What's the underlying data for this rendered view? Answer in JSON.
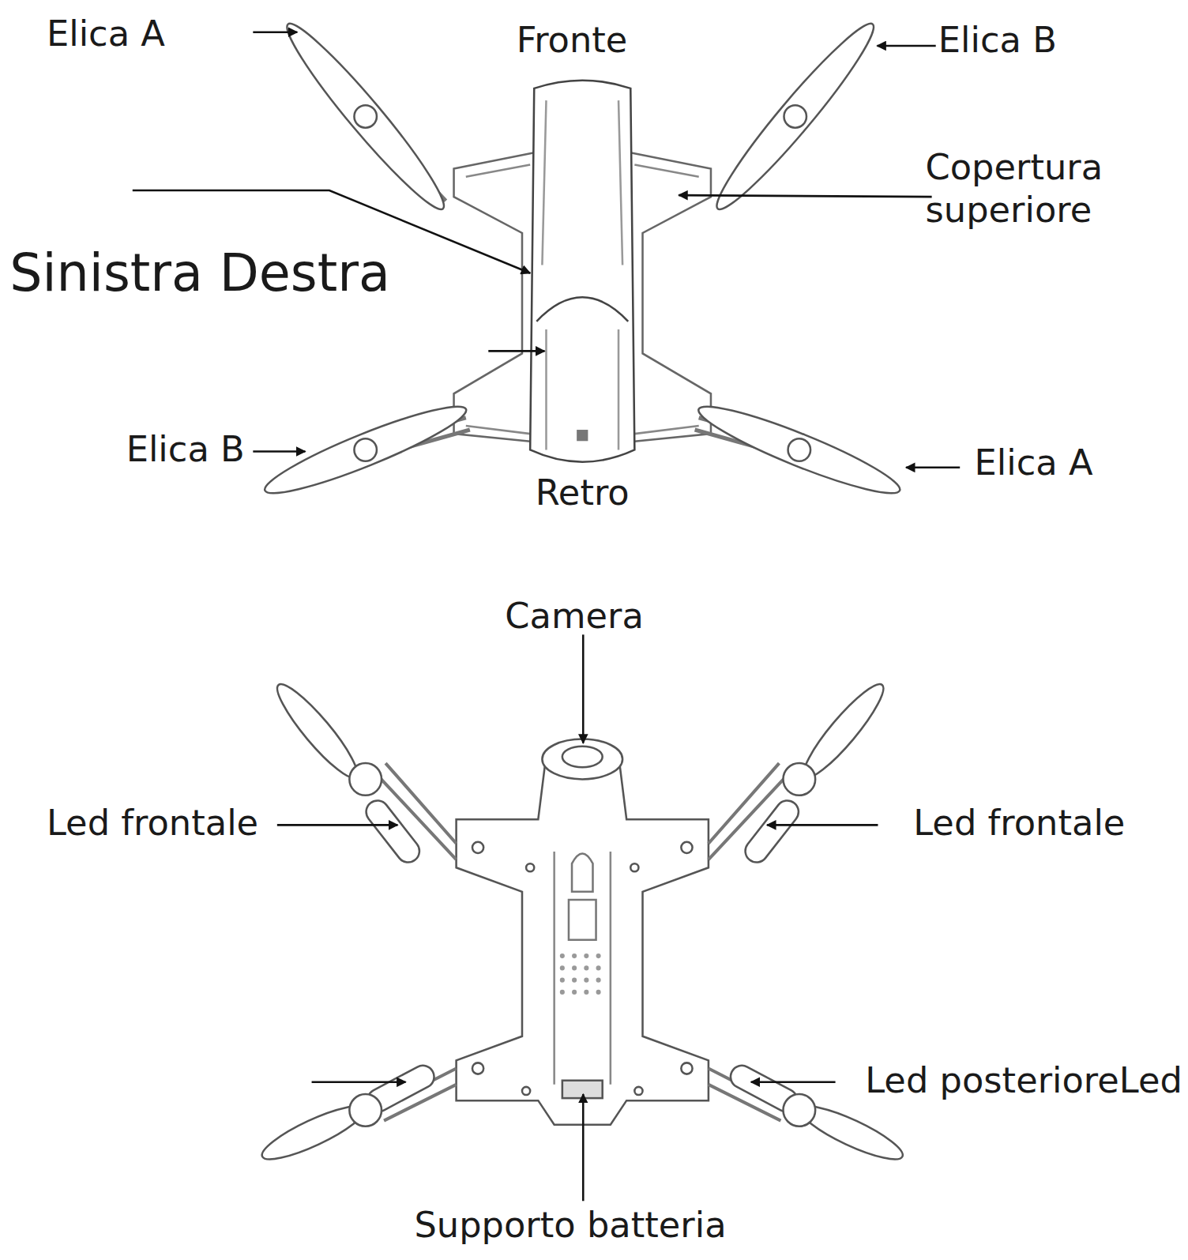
{
  "diagram": {
    "labels": [
      "Elica A",
      "Fronte",
      "Elica B",
      "Copertura superiore",
      "Sinistra Destra",
      "Elica B",
      "Elica A",
      "Retro",
      "Camera",
      "Led frontale",
      "Led frontale",
      "Led posterioreLed",
      "Supporto batteria"
    ]
  }
}
